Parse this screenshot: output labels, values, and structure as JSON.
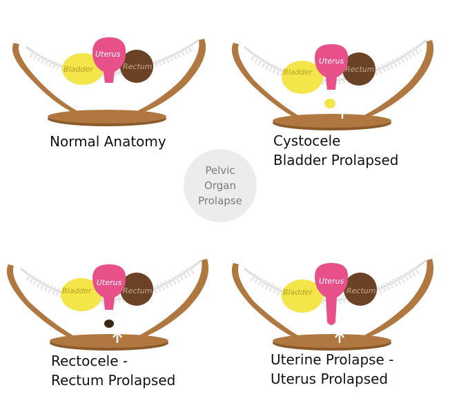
{
  "center": {
    "lines": [
      "Pelvic",
      "Organ",
      "Prolapse"
    ]
  },
  "organ_labels": {
    "bladder": "Bladder",
    "uterus": "Uterus",
    "rectum": "Rectum"
  },
  "panels": [
    {
      "id": "normal",
      "caption_lines": [
        "Normal Anatomy"
      ],
      "prolapsed_organ": "none"
    },
    {
      "id": "cystocele",
      "caption_lines": [
        "Cystocele",
        "Bladder Prolapsed"
      ],
      "prolapsed_organ": "bladder"
    },
    {
      "id": "rectocele",
      "caption_lines": [
        "Rectocele -",
        "Rectum Prolapsed"
      ],
      "prolapsed_organ": "rectum"
    },
    {
      "id": "uterine",
      "caption_lines": [
        "Uterine Prolapse -",
        "Uterus Prolapsed"
      ],
      "prolapsed_organ": "uterus"
    }
  ],
  "colors": {
    "frame": "#b07840",
    "frame_dark": "#8a5a2b",
    "net": "#e6e6e6",
    "bladder": "#f4e54a",
    "uterus": "#e8508a",
    "rectum": "#6b4226",
    "arrow": "#ffffff"
  }
}
